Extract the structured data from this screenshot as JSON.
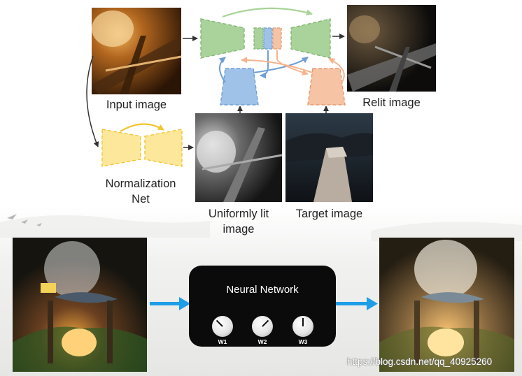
{
  "labels": {
    "input_image": "Input image",
    "relit_image": "Relit image",
    "normalization_net": [
      "Normalization",
      "Net"
    ],
    "uniformly_lit_image": [
      "Uniformly lit",
      "image"
    ],
    "target_image": "Target image"
  },
  "neural_network": {
    "title": "Neural Network",
    "knobs": [
      {
        "label": "W1",
        "angle_deg": -45
      },
      {
        "label": "W2",
        "angle_deg": 45
      },
      {
        "label": "W3",
        "angle_deg": 0
      }
    ]
  },
  "watermark": "https://blog.csdn.net/qq_40925260",
  "colors": {
    "green": "#a9d39a",
    "green_stroke": "#86b578",
    "blue": "#9ec2e8",
    "blue_stroke": "#6e9fd4",
    "orange": "#f6c3a4",
    "orange_stroke": "#e29a72",
    "yellow": "#fde79a",
    "yellow_stroke": "#f2c530",
    "arrow_blue": "#1e9ee6"
  }
}
